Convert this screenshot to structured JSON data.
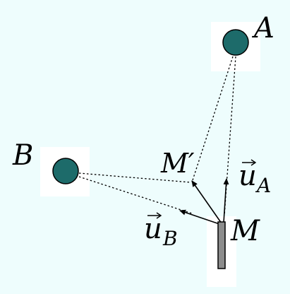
{
  "diagram": {
    "background_color": "#eefdfd",
    "node_color": "#1d6b6a",
    "sensor_color": "#8c8c8c",
    "points": [
      {
        "id": "A",
        "label": "A"
      },
      {
        "id": "B",
        "label": "B"
      },
      {
        "id": "M",
        "label": "M"
      },
      {
        "id": "Mprime",
        "label": "M′"
      }
    ],
    "vectors": [
      {
        "id": "uA",
        "symbol": "u",
        "subscript": "A"
      },
      {
        "id": "uB",
        "symbol": "u",
        "subscript": "B"
      }
    ]
  }
}
